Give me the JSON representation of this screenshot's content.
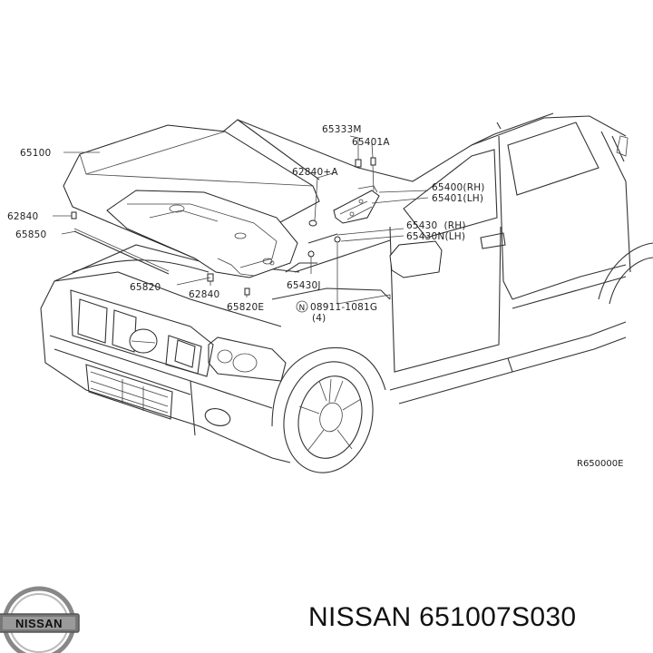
{
  "diagram": {
    "labels": {
      "l65100": "65100",
      "l65333m": "65333M",
      "l65401a": "65401A",
      "l62840a": "62840+A",
      "l65400rh": "65400(RH)",
      "l65401lh": "65401(LH)",
      "l62840left": "62840",
      "l65850": "65850",
      "l65430rh": "65430  (RH)",
      "l65430nlh": "65430N(LH)",
      "l65820": "65820",
      "l62840bottom": "62840",
      "l65430j": "65430J",
      "l65820e": "65820E",
      "l08911": "08911-1081G",
      "lqty": "(4)",
      "lN": "N"
    },
    "reference_code": "R650000E"
  },
  "footer": {
    "brand_logo_text": "NISSAN",
    "part_text": "NISSAN 651007S030"
  },
  "colors": {
    "line": "#333333",
    "background": "#ffffff"
  }
}
